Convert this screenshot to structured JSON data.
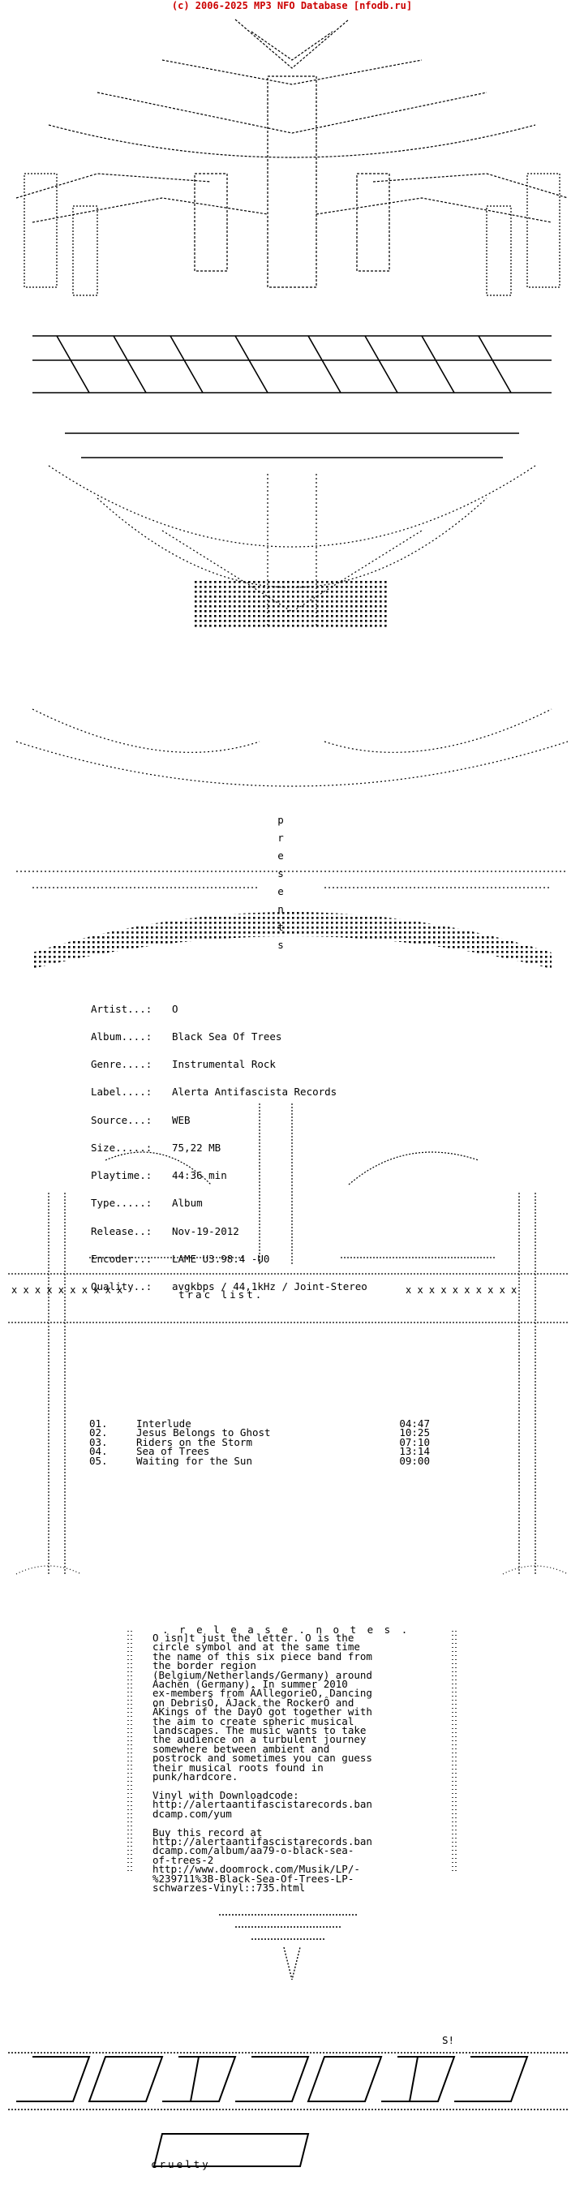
{
  "header": {
    "text": "(c) 2006-2025 MP3 NFO Database [nfodb.ru]",
    "color": "#cc0000"
  },
  "presents_letters": [
    "p",
    "r",
    "e",
    "s",
    "e",
    "n",
    "t",
    "s"
  ],
  "release_info": [
    {
      "label": "Artist...:",
      "value": "O"
    },
    {
      "label": "Album....:",
      "value": "Black Sea Of Trees"
    },
    {
      "label": "Genre....:",
      "value": "Instrumental Rock"
    },
    {
      "label": "Label....:",
      "value": "Alerta Antifascista Records"
    },
    {
      "label": "Source...:",
      "value": "WEB"
    },
    {
      "label": "Size.....:",
      "value": "75,22 MB"
    },
    {
      "label": "Playtime.:",
      "value": "44:36 min"
    },
    {
      "label": "Type.....:",
      "value": "Album"
    },
    {
      "label": "Release..:",
      "value": "Nov-19-2012"
    },
    {
      "label": "Encoder..:",
      "value": "LAME U3.98.4 -U0"
    },
    {
      "label": "Quality..:",
      "value": "avgkbps / 44,1kHz / Joint-Stereo"
    }
  ],
  "tracklist": {
    "title": "trac  list.",
    "tracks": [
      {
        "no": "01.",
        "name": "Interlude",
        "time": "04:47"
      },
      {
        "no": "02.",
        "name": "Jesus Belongs to Ghost",
        "time": "10:25"
      },
      {
        "no": "03.",
        "name": "Riders on the Storm",
        "time": "07:10"
      },
      {
        "no": "04.",
        "name": "Sea of Trees",
        "time": "13:14"
      },
      {
        "no": "05.",
        "name": "Waiting for the Sun",
        "time": "09:00"
      }
    ]
  },
  "release_notes": {
    "title": ". r e l e a s e . n o t e s .",
    "paragraphs": [
      "O isn]t just the letter. O is the\ncircle symbol and at the same time\nthe name of this six piece band from\nthe border region\n(Belgium/Netherlands/Germany) around\nAachen (Germany). In summer 2010\nex-members from ÄAllegoriеÔ, Dancing\non DebrisÔ, ÄJack the RockerÔ and\nÄKings of the DayÔ got together with\nthe aim to create spheric musical\nlandscapes. The music wants to take\nthe audience on a turbulent journey\nsomewhere between ambient and\npostrock and sometimes you can guess\ntheir musical roots found in\npunk/hardcore.",
      "Vinyl with Downloadcode:\nhttp://alertaantifascistarecords.ban\ndcamp.com/yum",
      "Buy this record at\nhttp://alertaantifascistarecords.ban\ndcamp.com/album/aa79-o-black-sea-\nof-trees-2\nhttp://www.doomrock.com/Musik/LP/-\n%239711%3B-Black-Sea-Of-Trees-LP-\nschwarzes-Vinyl::735.html"
    ]
  },
  "footer": {
    "sig": "S!",
    "word": "cruelty"
  }
}
